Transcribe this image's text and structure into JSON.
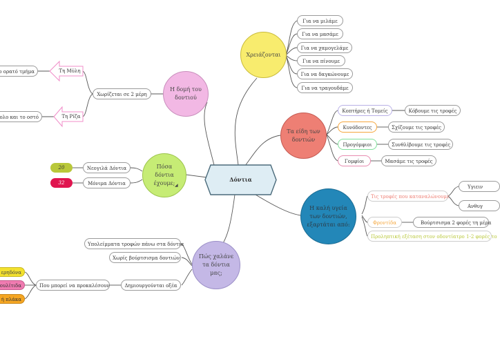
{
  "center": "Δόντια",
  "needs": {
    "title": "Χρειάζονται",
    "items": [
      "Για να μιλάμε",
      "Για να μασάμε",
      "Για να χαμογελάμε",
      "Για να πίνουμε",
      "Για να δαγκώνουμε",
      "Για να τραγουδάμε"
    ]
  },
  "types": {
    "title": "Τα είδη των δοντιών",
    "items": [
      {
        "name": "Κοπτήρες ή Τομείς",
        "desc": "Κόβουμε τις τροφές",
        "color": "#b9b0e6"
      },
      {
        "name": "Κυνόδοντες",
        "desc": "Σχίζουμε τις τροφές",
        "color": "#f5a63c"
      },
      {
        "name": "Προγόμφιοι",
        "desc": "Συνθλίβουμε τις τροφές",
        "color": "#7fdf9a"
      },
      {
        "name": "Γομφίοι",
        "desc": "Μασάμε τις τροφές",
        "color": "#e88bb0"
      }
    ]
  },
  "health": {
    "title": "Η καλή υγεία των δοντιών, εξαρτάται από:",
    "food": "Τις τροφές που καταναλώνουμε",
    "food_sub": [
      "Υγιειν",
      "Ανθυγ"
    ],
    "care": "Φροντίδα",
    "care_desc": "Βούρτσισμα 2 φορές τη μέρα",
    "checkup": "Προληπτική εξέταση στον οδοντίατρο 1-2 φορές το"
  },
  "harm": {
    "title": "Πώς χαλάνε τα δόντια μας;",
    "items": [
      "Υπολείμματα τροφών πάνω στα δόντια",
      "Χωρίς βούρτσισμα δοντιών",
      "Δημιουργούνται οξέα"
    ],
    "cause": "Που μπορεί να προκαλέσουν",
    "effects": [
      {
        "label": "ερηδόνα",
        "color": "#f3e12e"
      },
      {
        "label": "ουλίτιδα",
        "color": "#f07bb1"
      },
      {
        "label": "ή πλάκα",
        "color": "#f5a623"
      }
    ]
  },
  "count": {
    "title": "Πόσα δόντια έχουμε;",
    "items": [
      {
        "label": "Νεογιλά Δόντια",
        "value": "20",
        "color": "#b9c83a"
      },
      {
        "label": "Μόνιμα Δόντια",
        "value": "32",
        "color": "#e0154f"
      }
    ]
  },
  "structure": {
    "title": "Η δομή του δοντιού",
    "split": "Χωρίζεται σε 2 μέρη",
    "parts": [
      "Τη Μύλη",
      "Τη Ρίζα"
    ],
    "part_desc": [
      "ο ορατό τμήμα",
      "ολο και το οστό"
    ]
  }
}
